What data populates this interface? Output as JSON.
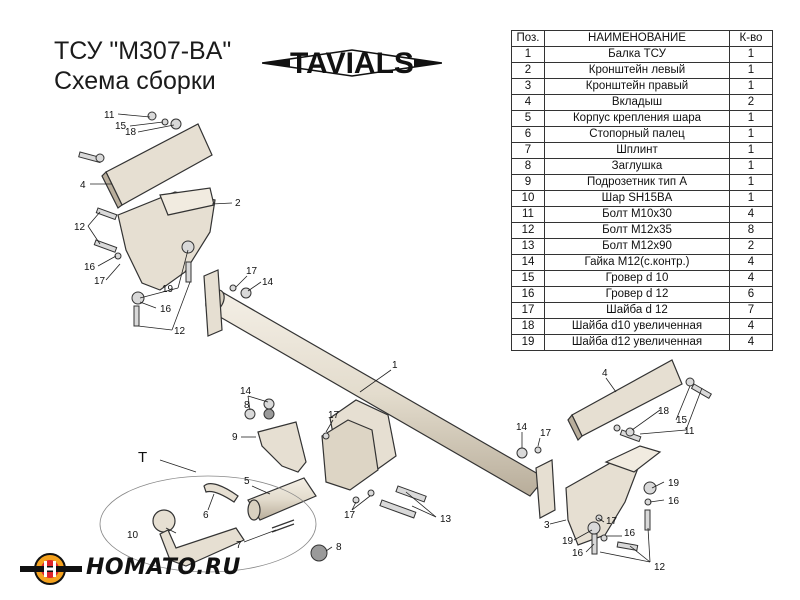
{
  "title": {
    "line1": "ТСУ  \"M307-BA\"",
    "line2": "Схема сборки"
  },
  "logo_text": "TAVIALS",
  "brand_text": "HOMATO.RU",
  "table": {
    "headers": [
      "Поз.",
      "НАИМЕНОВАНИЕ",
      "К-во"
    ],
    "rows": [
      [
        "1",
        "Балка ТСУ",
        "1"
      ],
      [
        "2",
        "Кронштейн левый",
        "1"
      ],
      [
        "3",
        "Кронштейн правый",
        "1"
      ],
      [
        "4",
        "Вкладыш",
        "2"
      ],
      [
        "5",
        "Корпус крепления шара",
        "1"
      ],
      [
        "6",
        "Стопорный палец",
        "1"
      ],
      [
        "7",
        "Шплинт",
        "1"
      ],
      [
        "8",
        "Заглушка",
        "1"
      ],
      [
        "9",
        "Подрозетник тип А",
        "1"
      ],
      [
        "10",
        "Шар SH15BA",
        "1"
      ],
      [
        "11",
        "Болт M10x30",
        "4"
      ],
      [
        "12",
        "Болт M12x35",
        "8"
      ],
      [
        "13",
        "Болт M12x90",
        "2"
      ],
      [
        "14",
        "Гайка M12(с.контр.)",
        "4"
      ],
      [
        "15",
        "Гровер d 10",
        "4"
      ],
      [
        "16",
        "Гровер d 12",
        "6"
      ],
      [
        "17",
        "Шайба d 12",
        "7"
      ],
      [
        "18",
        "Шайба d10 увеличенная",
        "4"
      ],
      [
        "19",
        "Шайба d12 увеличенная",
        "4"
      ]
    ]
  },
  "callouts": [
    {
      "id": "c11a",
      "text": "11"
    },
    {
      "id": "c15a",
      "text": "15"
    },
    {
      "id": "c18a",
      "text": "18"
    },
    {
      "id": "c4a",
      "text": "4"
    },
    {
      "id": "c2",
      "text": "2"
    },
    {
      "id": "c12a",
      "text": "12"
    },
    {
      "id": "c16a",
      "text": "16"
    },
    {
      "id": "c17a",
      "text": "17"
    },
    {
      "id": "c19a",
      "text": "19"
    },
    {
      "id": "c16b",
      "text": "16"
    },
    {
      "id": "c12b",
      "text": "12"
    },
    {
      "id": "c17b",
      "text": "17"
    },
    {
      "id": "c14a",
      "text": "14"
    },
    {
      "id": "c1",
      "text": "1"
    },
    {
      "id": "c14b",
      "text": "14"
    },
    {
      "id": "c17c",
      "text": "17"
    },
    {
      "id": "c8a",
      "text": "8"
    },
    {
      "id": "c9",
      "text": "9"
    },
    {
      "id": "cT",
      "text": "T"
    },
    {
      "id": "c5",
      "text": "5"
    },
    {
      "id": "c6",
      "text": "6"
    },
    {
      "id": "c10",
      "text": "10"
    },
    {
      "id": "c7",
      "text": "7"
    },
    {
      "id": "c8b",
      "text": "8"
    },
    {
      "id": "c17d",
      "text": "17"
    },
    {
      "id": "c13",
      "text": "13"
    },
    {
      "id": "c14c",
      "text": "14"
    },
    {
      "id": "c17e",
      "text": "17"
    },
    {
      "id": "c4b",
      "text": "4"
    },
    {
      "id": "c18b",
      "text": "18"
    },
    {
      "id": "c15b",
      "text": "15"
    },
    {
      "id": "c11b",
      "text": "11"
    },
    {
      "id": "c3",
      "text": "3"
    },
    {
      "id": "c19b",
      "text": "19"
    },
    {
      "id": "c17f",
      "text": "17"
    },
    {
      "id": "c16c",
      "text": "16"
    },
    {
      "id": "c19c",
      "text": "19"
    },
    {
      "id": "c16d",
      "text": "16"
    },
    {
      "id": "c16e",
      "text": "16"
    },
    {
      "id": "c12c",
      "text": "12"
    }
  ],
  "colors": {
    "part_fill": "#e6dfd2",
    "part_shadow": "#b9ae9c",
    "outline": "#333333",
    "washer": "#d9d9d9",
    "brand_red": "#e0262b",
    "brand_orange": "#f5a21e"
  }
}
